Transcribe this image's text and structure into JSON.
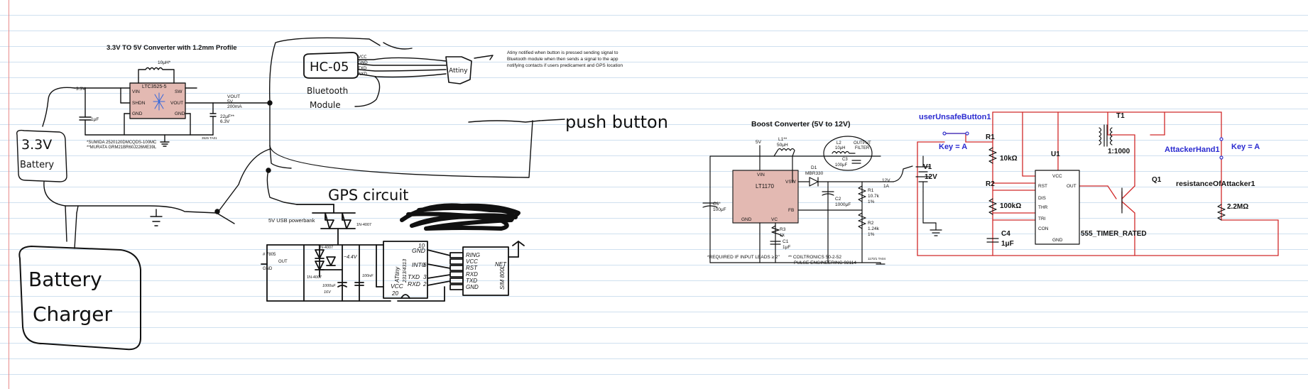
{
  "converter": {
    "title": "3.3V TO 5V Converter with 1.2mm Profile",
    "inductor": "10μH*",
    "ic": "LTC3525-5",
    "vin_pin": "VIN",
    "sw_pin": "SW",
    "shdn_pin": "SHDN",
    "vout_pin": "VOUT",
    "gnd1": "GND",
    "gnd2": "GND",
    "vin_label": "3.3V",
    "vout_label": "VOUT",
    "vout_spec1": "5V",
    "vout_spec2": "200mA",
    "cap_in": "1μF",
    "cap_out": "22μF**",
    "cap_out_v": "6.3V",
    "note1": "*SUMIDA 2520120DMCQDS-100MC",
    "note2": "**MURATA GRM21BR60J226ME39L",
    "code": "3525 TA01"
  },
  "battery": {
    "label1": "3.3V",
    "label2": "Battery"
  },
  "charger": {
    "label1": "Battery",
    "label2": "Charger"
  },
  "bluetooth": {
    "module": "HC-05",
    "pins": [
      "VCC",
      "GND",
      "TXD",
      "RXD"
    ],
    "label1": "Bluetooth",
    "label2": "Module"
  },
  "attiny_box": "Attiny",
  "annotation": {
    "line1": "Atiny notified when button is pressed sending signal to",
    "line2": "Bluetooth module when then sends a signal to the app",
    "line3": "notifying contacts if users predicament and GPS location"
  },
  "push_button": "push button",
  "gps": {
    "title": "GPS circuit",
    "powerbank": "5V USB powerbank",
    "diode": "1N-4007",
    "diode2": "1N-4007",
    "diode3": "1N-4007",
    "reg": "# 7805",
    "out": "OUT",
    "gnd": "GND",
    "volt": "~4.4V",
    "cap1": "1000uF",
    "cap1_v": "16V",
    "cap2": "100nF",
    "chip": "ATtiny",
    "chip2": "2313/4313",
    "pins_left": [
      "GND",
      "INT0",
      "TXD",
      "RXD"
    ],
    "pin_nums": [
      "10",
      "6",
      "3",
      "2",
      "20"
    ],
    "vcc": "VCC",
    "sim_pins": [
      "RING",
      "VCC",
      "RST",
      "RXD",
      "TXD",
      "GND"
    ],
    "sim": "SIM 800L",
    "net": "NET"
  },
  "boost": {
    "title": "Boost Converter (5V to 12V)",
    "in": "5V",
    "l1": "L1**",
    "l1v": "50μH",
    "l2": "L2",
    "l2v": "10μH",
    "filter1": "OUTPUT",
    "filter2": "FILTER",
    "c3": "C3",
    "c3v": "100μF",
    "d1": "D1",
    "d1v": "MBR330",
    "ic": "LT1170",
    "vin": "VIN",
    "vsw": "VSW",
    "fb": "FB",
    "gnd": "GND",
    "vc": "VC",
    "c2": "C2",
    "c2v": "1000μF",
    "r1": "R1",
    "r1v": "10.7k",
    "r1t": "1%",
    "r2": "R2",
    "r2v": "1.24k",
    "r2t": "1%",
    "r3": "R3",
    "r3v": "1k",
    "c1": "C1",
    "c1v": "1μF",
    "out": "12V",
    "outa": "1A",
    "c3star": "C3*",
    "c3starv": "100μF",
    "note1": "*REQUIRED IF INPUT LEADS ≥ 2\"",
    "note2": "** COILTRONICS 50-2-52",
    "note3": "PULSE ENGINEERING 92114",
    "code": "1170/1 TA04"
  },
  "timer": {
    "button": "userUnsafeButton1",
    "key1": "Key = A",
    "v1": "V1",
    "v1v": "12V",
    "r1": "R1",
    "r1v": "10kΩ",
    "r2": "R2",
    "r2v": "100kΩ",
    "c4": "C4",
    "c4v": "1μF",
    "u1": "U1",
    "pins": [
      "RST",
      "DIS",
      "THR",
      "TRI",
      "CON"
    ],
    "vcc": "VCC",
    "out": "OUT",
    "gnd": "GND",
    "name": "555_TIMER_RATED",
    "t1": "T1",
    "ratio": "1:1000",
    "q1": "Q1",
    "hand": "AttackerHand1",
    "key2": "Key = A",
    "res": "resistanceOfAttacker1",
    "resv": "2.2MΩ"
  }
}
